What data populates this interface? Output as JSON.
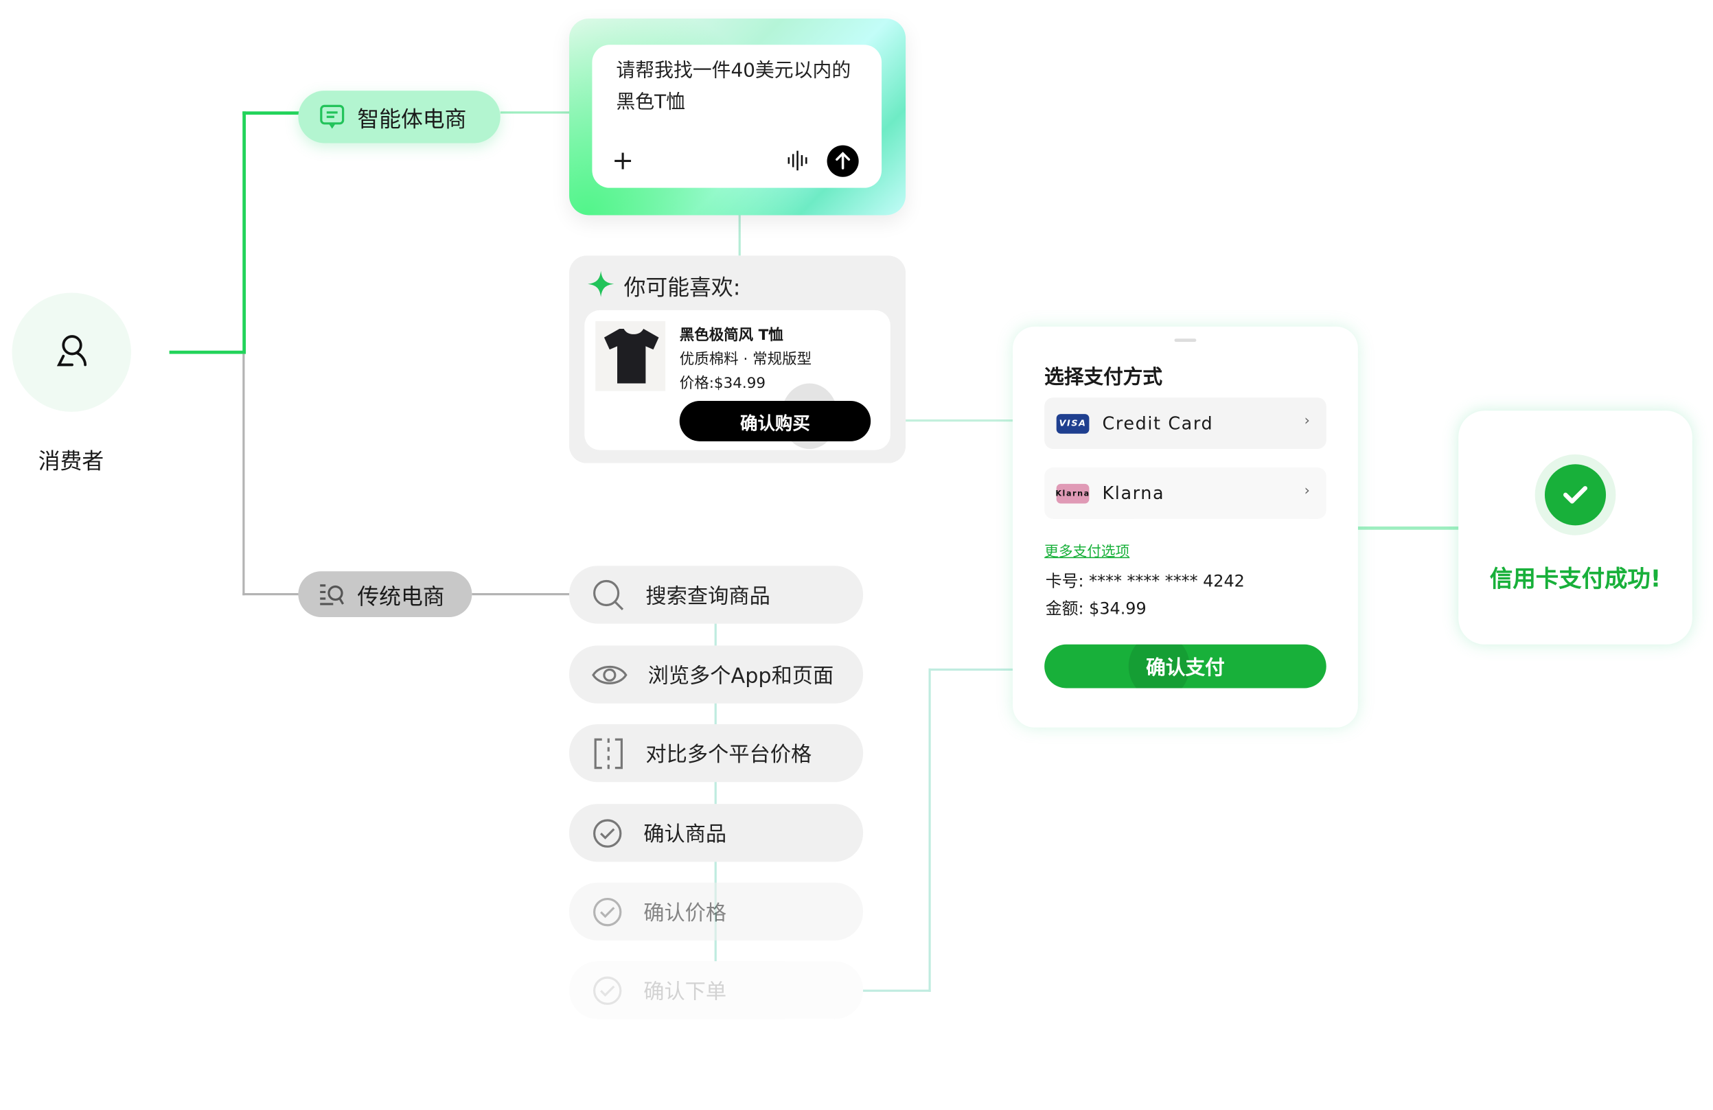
{
  "consumer": {
    "label": "消费者"
  },
  "ai_commerce": {
    "label": "智能体电商",
    "prompt": "请帮我找一件40美元以内的黑色T恤",
    "recommend_title": "你可能喜欢:",
    "product": {
      "name": "黑色极简风 T恤",
      "desc": "优质棉料 · 常规版型",
      "price": "价格:$34.99",
      "buy_label": "确认购买"
    }
  },
  "payment": {
    "title": "选择支付方式",
    "options": [
      {
        "badge": "VISA",
        "label": "Credit Card"
      },
      {
        "badge": "Klarna",
        "label": "Klarna"
      }
    ],
    "more_link": "更多支付选项",
    "card_number": "卡号: **** **** **** 4242",
    "amount": "金额: $34.99",
    "confirm_label": "确认支付"
  },
  "success": {
    "message": "信用卡支付成功!"
  },
  "traditional": {
    "label": "传统电商",
    "steps": [
      {
        "icon": "search-icon",
        "label": "搜索查询商品"
      },
      {
        "icon": "eye-icon",
        "label": "浏览多个App和页面"
      },
      {
        "icon": "compare-icon",
        "label": "对比多个平台价格"
      },
      {
        "icon": "check-circle-icon",
        "label": "确认商品"
      },
      {
        "icon": "check-circle-icon",
        "label": "确认价格"
      },
      {
        "icon": "check-circle-icon",
        "label": "确认下单"
      }
    ]
  },
  "colors": {
    "green": "#18b03a",
    "accent": "#22d35a",
    "gray_line": "#b3b3b3"
  }
}
